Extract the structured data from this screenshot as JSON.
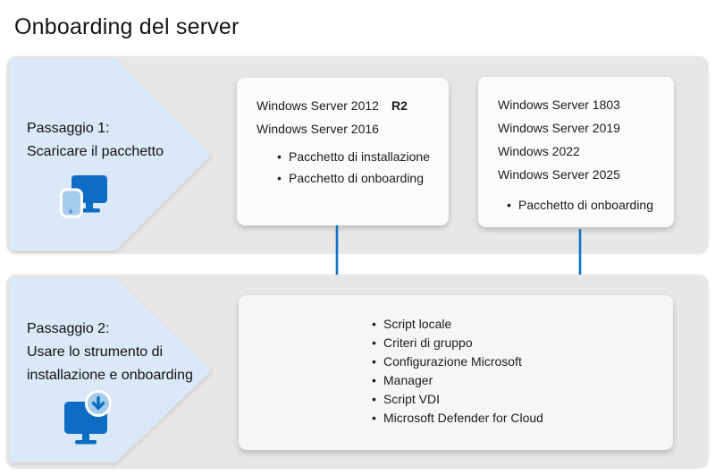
{
  "title": "Onboarding del server",
  "colors": {
    "band_bg": "#e8e7e5",
    "chevron_bg": "#dbe8f8",
    "card_bg": "#fbfbfa",
    "bottom_card_bg": "#f6f6f4",
    "arrow_blue": "#0e74c8",
    "icon_blue": "#0d6dc5",
    "icon_light_blue": "#a6cdeb",
    "text": "#1a1a1a"
  },
  "step1": {
    "title": "Passaggio 1:",
    "subtitle": "Scaricare il pacchetto",
    "icon": "devices-icon",
    "card1": {
      "line1": "Windows Server 2012",
      "line1_bold": "R2",
      "line2": "Windows Server 2016",
      "bullets": [
        "Pacchetto di installazione",
        "Pacchetto di onboarding"
      ]
    },
    "card2": {
      "lines": [
        "Windows Server 1803",
        "Windows Server 2019",
        "Windows 2022",
        "Windows Server 2025"
      ],
      "bullets": [
        "Pacchetto di onboarding"
      ]
    }
  },
  "step2": {
    "title": "Passaggio 2:",
    "subtitle_line1": "Usare lo strumento di",
    "subtitle_line2": "installazione e onboarding",
    "icon": "monitor-download-icon",
    "card": {
      "bullets": [
        "Script locale",
        "Criteri di gruppo",
        "Configurazione Microsoft",
        "Manager",
        "Script VDI",
        "Microsoft Defender for Cloud"
      ]
    }
  }
}
